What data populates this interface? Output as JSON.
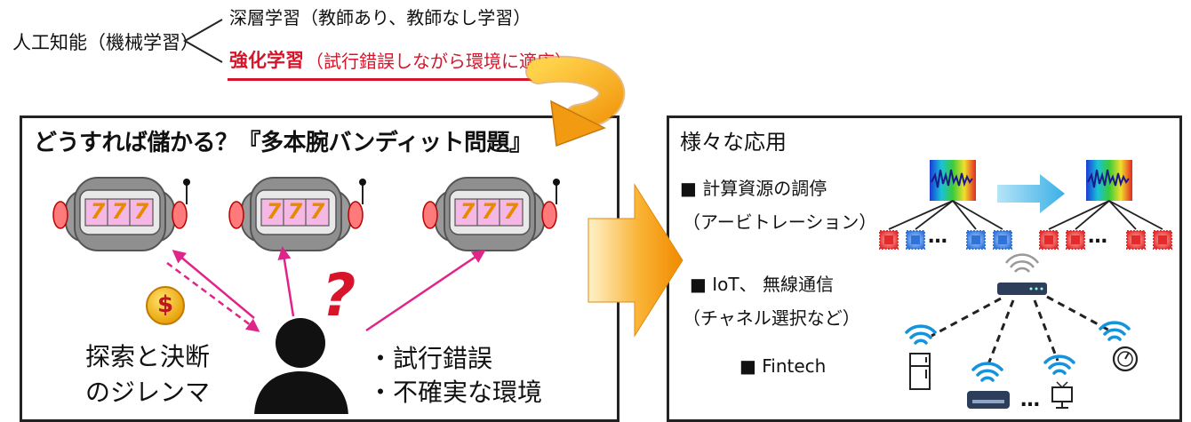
{
  "header": {
    "ai_label": "人工知能（機械学習）",
    "deep_learning": "深層学習（教師あり、教師なし学習）",
    "rl_title": "強化学習",
    "rl_desc": "（試行錯誤しながら環境に適応）"
  },
  "left_panel": {
    "title": "どうすれば儲かる？『多本腕バンディット問題』",
    "slot_reels": [
      "7",
      "7",
      "7"
    ],
    "coin_symbol": "$",
    "question_mark": "?",
    "dilemma_line1": "探索と決断",
    "dilemma_line2": "のジレンマ",
    "bullet1": "・試行錯誤",
    "bullet2": "・不確実な環境"
  },
  "right_panel": {
    "title": "様々な応用",
    "app1_line1": "■ 計算資源の調停",
    "app1_line2": "（アービトレーション）",
    "app2_line1": "■ IoT、 無線通信",
    "app2_line2": "（チャネル選択など）",
    "app3": "■ Fintech",
    "dots": "…"
  },
  "colors": {
    "red_accent": "#d8142a",
    "orange_arrow": "#f5a020",
    "magenta_arrow": "#e0248a",
    "node_red": "#e32b2b",
    "node_blue": "#2f73d8",
    "wifi_blue": "#1593dc",
    "panel_border": "#222222"
  }
}
